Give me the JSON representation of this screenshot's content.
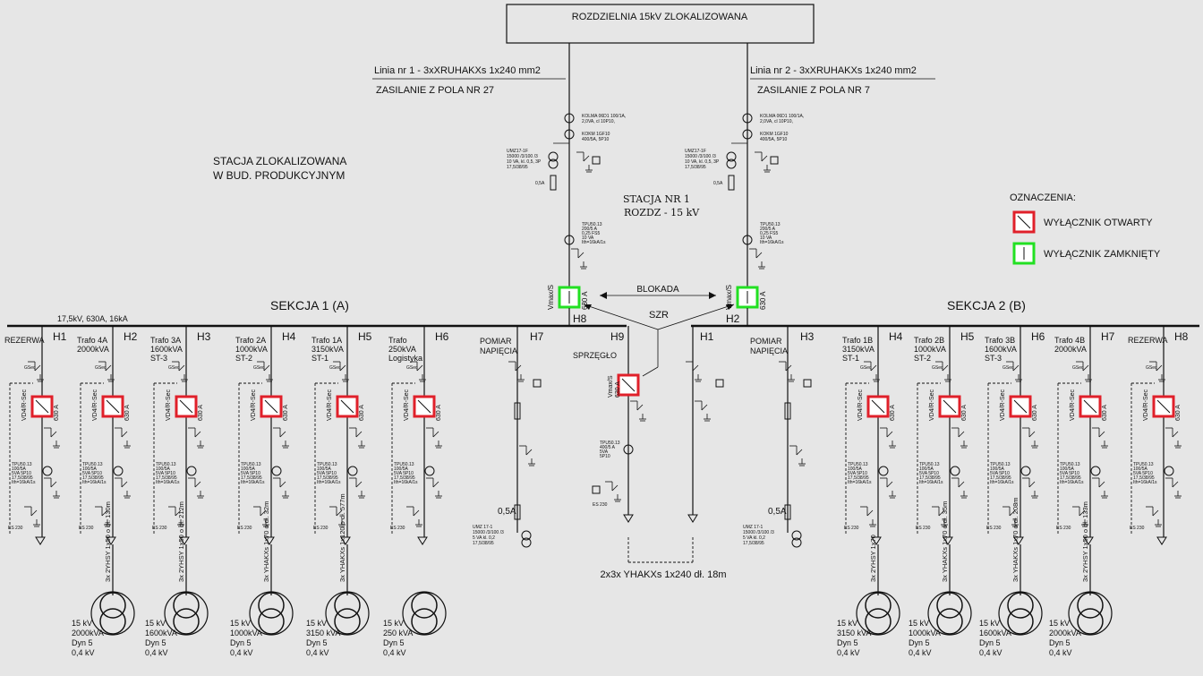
{
  "top_box": "ROZDZIELNIA 15kV ZLOKALIZOWANA",
  "line1": {
    "title": "Linia nr 1 - 3xXRUHAKXs 1x240 mm2",
    "supply": "ZASILANIE Z POLA NR 27"
  },
  "line2": {
    "title": "Linia nr 2 - 3xXRUHAKXs 1x240 mm2",
    "supply": "ZASILANIE Z POLA NR 7"
  },
  "station_note": [
    "STACJA ZLOKALIZOWANA",
    "W BUD. PRODUKCYJNYM"
  ],
  "station": [
    "STACJA NR 1",
    "ROZDZ - 15 kV"
  ],
  "legend": {
    "title": "OZNACZENIA:",
    "open": "WYŁĄCZNIK OTWARTY",
    "closed": "WYŁĄCZNIK ZAMKNIĘTY",
    "open_color": "#e0202a",
    "closed_color": "#22e022"
  },
  "section1": "SEKCJA 1  (A)",
  "section2": "SEKCJA 2  (B)",
  "bus_rating": "17,5kV, 630A, 16kA",
  "blokada": "BLOKADA",
  "szr": "SZR",
  "coupling_cable": "2x3x YHAKXs 1x240 dł. 18m",
  "incoming": [
    {
      "bay": "H8",
      "breaker": "Vmax/S",
      "rating": "630 A",
      "ct1": [
        "KOLMA 06D1 100/1A,",
        "2,0VA, cl 10P10,"
      ],
      "ct2": [
        "KOKM 1GF10",
        "400/5A, 5P10"
      ],
      "vt": [
        "UMZ17-1F",
        "15000 /3/100 /3",
        "10 VA, kl. 0,5, 3P",
        "17,5/38/95"
      ],
      "fuse": "0,5A",
      "tpu": [
        "TPU50.13",
        "200/5 A",
        "0,25 FS5",
        "10 VA",
        "Ith=16kA/1s"
      ]
    },
    {
      "bay": "H2",
      "breaker": "Vmax/S",
      "rating": "630 A",
      "ct1": [
        "KOLMA 06D1 100/1A,",
        "2,0VA, cl 10P10,"
      ],
      "ct2": [
        "KOKM 1GF10",
        "400/5A, 5P10"
      ],
      "vt": [
        "UMZ17-1F",
        "15000 /3/100 /3",
        "10 VA, kl. 0,5, 3P",
        "17,5/38/95"
      ],
      "fuse": "0,5A",
      "tpu": [
        "TPU50.13",
        "200/5 A",
        "0,25 FS5",
        "10 VA",
        "Ith=16kA/1s"
      ]
    }
  ],
  "feeder_common": {
    "breaker": "VD4/R-Sec",
    "rating": "630 A",
    "gsec": "GSec",
    "es": "ES 230",
    "tpu": [
      "TPU50.13",
      "100/5A",
      "5VA 5P10",
      "17,5/38/95",
      "Ith=16kA/1s"
    ]
  },
  "feeders": [
    {
      "bay": "H1",
      "name": [
        "REZERWA"
      ],
      "cable": "",
      "tr": []
    },
    {
      "bay": "H2",
      "name": [
        "Trafo 4A",
        "2000kVA"
      ],
      "cable": "3x 2YHSY 1x50 o dł. 130m",
      "tr": [
        "15 kV",
        "2000kVA",
        "Dyn 5",
        "0,4 kV"
      ]
    },
    {
      "bay": "H3",
      "name": [
        "Trafo 3A",
        "1600kVA",
        "ST-3"
      ],
      "cable": "3x 2YHSY 1x50 o dł. 212m",
      "tr": [
        "15 kV",
        "1600kVA",
        "Dyn 5",
        "0,4 kV"
      ]
    },
    {
      "bay": "H4",
      "name": [
        "Trafo 2A",
        "1000kVA",
        "ST-2"
      ],
      "cable": "3x YHAKXs 1x70 o dł. 32m",
      "tr": [
        "15 kV",
        "1000kVA",
        "Dyn 5",
        "0,4 kV"
      ]
    },
    {
      "bay": "H5",
      "name": [
        "Trafo 1A",
        "3150kVA",
        "ST-1"
      ],
      "cable": "3x YHAKXs 1x120 o dł. 577m",
      "tr": [
        "15 kV",
        "3150 kVA",
        "Dyn 5",
        "0,4 kV"
      ]
    },
    {
      "bay": "H6",
      "name": [
        "Trafo",
        "250kVA",
        "Logistyka"
      ],
      "cable": "",
      "tr": [
        "15 kV",
        "250 kVA",
        "Dyn 5",
        "0,4 kV"
      ]
    },
    {
      "bay": "H4",
      "name": [
        "Trafo 1B",
        "3150kVA",
        "ST-1"
      ],
      "cable": "3x 2YHSY 1x70",
      "tr": [
        "15 kV",
        "3150 kVA",
        "Dyn 5",
        "0,4 kV"
      ]
    },
    {
      "bay": "H5",
      "name": [
        "Trafo 2B",
        "1000kVA",
        "ST-2"
      ],
      "cable": "3x YHAKXs 1x70 o dł. 35m",
      "tr": [
        "15 kV",
        "1000kVA",
        "Dyn 5",
        "0,4 kV"
      ]
    },
    {
      "bay": "H6",
      "name": [
        "Trafo 3B",
        "1600kVA",
        "ST-3"
      ],
      "cable": "3x YHAKXs 1x70 o dł. 208m",
      "tr": [
        "15 kV",
        "1600kVA",
        "Dyn 5",
        "0,4 kV"
      ]
    },
    {
      "bay": "H7",
      "name": [
        "Trafo 4B",
        "2000kVA"
      ],
      "cable": "3x 2YHSY 1x50 o dł. 133m",
      "tr": [
        "15 kV",
        "2000kVA",
        "Dyn 5",
        "0,4 kV"
      ]
    },
    {
      "bay": "H8",
      "name": [
        "REZERWA"
      ],
      "cable": "",
      "tr": []
    }
  ],
  "measurement": [
    {
      "bay": "H7",
      "name": [
        "POMIAR",
        "NAPIĘCIA"
      ],
      "fuse": "0,5A",
      "vt": [
        "UMZ 17-1",
        "15000 /3/100 /3",
        "5 VA kl. 0,2",
        "17,5/38/95"
      ]
    },
    {
      "bay": "H3",
      "name": [
        "POMIAR",
        "NAPIĘCIA"
      ],
      "fuse": "0,5A",
      "vt": [
        "UMZ 17-1",
        "15000 /3/100 /3",
        "5 VA kl. 0,2",
        "17,5/38/95"
      ]
    }
  ],
  "coupler": {
    "bay": "H9",
    "name": "SPRZĘGŁO",
    "breaker": "Vmax/S",
    "rating": "630 A",
    "tpu": [
      "TPU50.13",
      "400/5 A",
      "5VA",
      "5P10"
    ],
    "es": "ES 230"
  },
  "riser": {
    "bay": "H1"
  }
}
